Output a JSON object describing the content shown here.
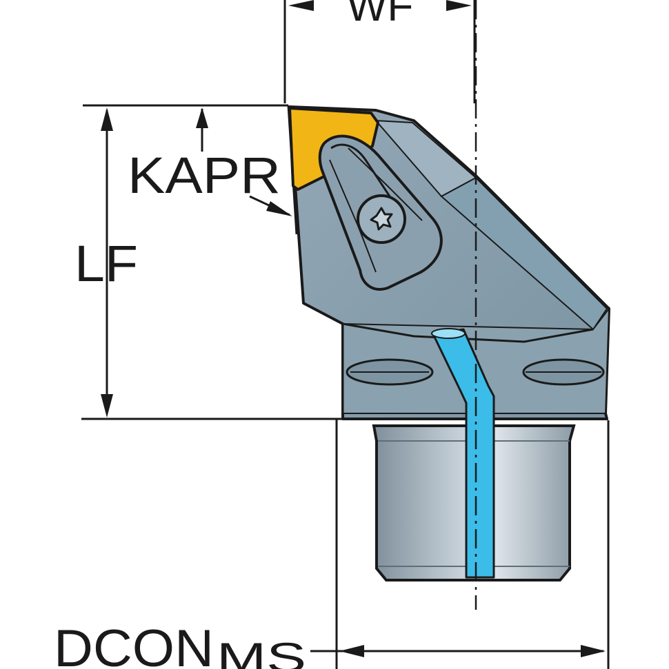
{
  "labels": {
    "wf": "WF",
    "kapr": "KAPR",
    "lf": "LF",
    "dcon": "DCON",
    "dcon_sub": "MS"
  },
  "colors": {
    "body": "#8fa4b2",
    "body_dark": "#6f8796",
    "coupling": "#a9b6c0",
    "insert": "#f2b516",
    "coolant": "#3cbce8",
    "outline": "#1a1a1a"
  }
}
